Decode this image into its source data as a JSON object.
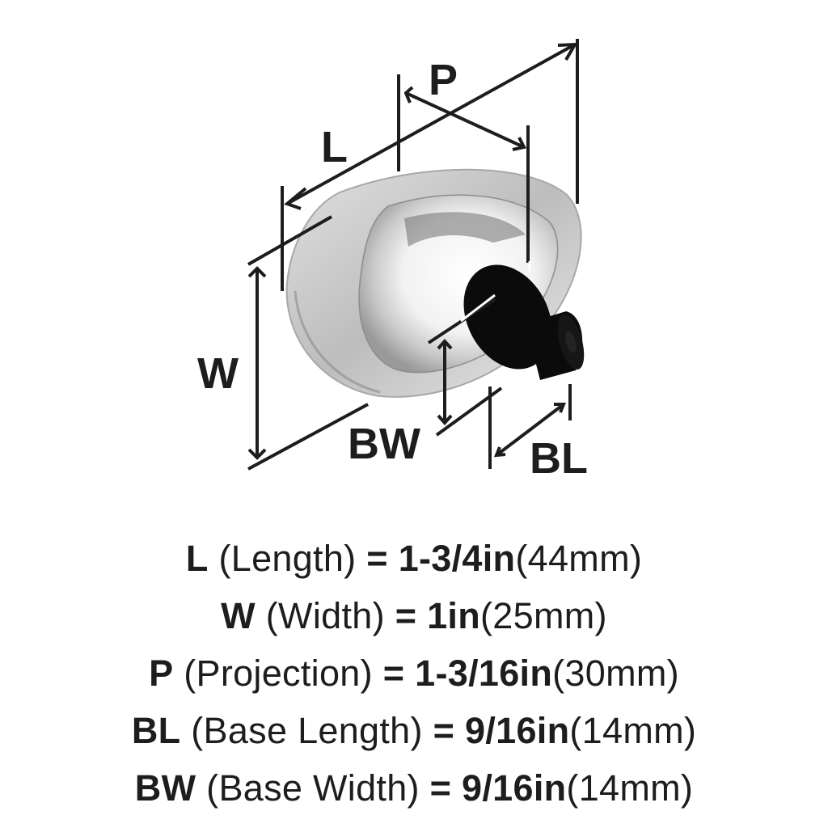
{
  "diagram": {
    "subject": "oval clear acrylic cabinet knob with black base",
    "colors": {
      "line": "#1d1d1b",
      "base": "#0b0b0b",
      "background": "#ffffff"
    },
    "labels": {
      "L": "L",
      "P": "P",
      "W": "W",
      "BW": "BW",
      "BL": "BL"
    }
  },
  "specs": [
    {
      "abbr": "L",
      "name": "(Length)",
      "eq": "=",
      "imperial": "1-3/4in",
      "metric": "(44mm)"
    },
    {
      "abbr": "W",
      "name": "(Width)",
      "eq": "=",
      "imperial": "1in",
      "metric": "(25mm)"
    },
    {
      "abbr": "P",
      "name": "(Projection)",
      "eq": "=",
      "imperial": "1-3/16in",
      "metric": "(30mm)"
    },
    {
      "abbr": "BL",
      "name": "(Base Length)",
      "eq": "=",
      "imperial": "9/16in",
      "metric": "(14mm)"
    },
    {
      "abbr": "BW",
      "name": "(Base Width)",
      "eq": "=",
      "imperial": "9/16in",
      "metric": "(14mm)"
    }
  ]
}
